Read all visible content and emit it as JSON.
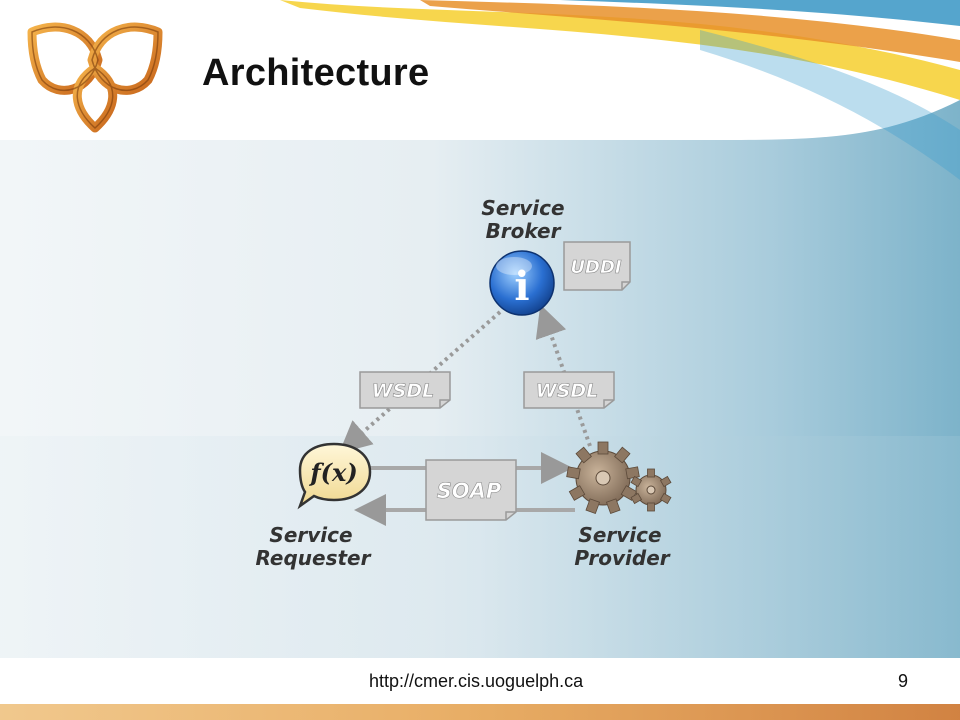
{
  "slide": {
    "title": "Architecture",
    "footer_url": "http://cmer.cis.uoguelph.ca",
    "page_number": "9"
  },
  "diagram": {
    "broker": {
      "line1": "Service",
      "line2": "Broker",
      "icon_glyph": "i",
      "registry": "UDDI"
    },
    "requester": {
      "line1": "Service",
      "line2": "Requester",
      "icon_glyph": "f(x)"
    },
    "provider": {
      "line1": "Service",
      "line2": "Provider"
    },
    "left_doc": "WSDL",
    "right_doc": "WSDL",
    "bottom_doc": "SOAP"
  },
  "colors": {
    "accent_orange": "#e8902a",
    "accent_yellow": "#f6d23a",
    "accent_blue": "#2a8fc0",
    "doc_fill": "#d7d7d7",
    "doc_text": "#ffffff",
    "label_text": "#333333"
  }
}
